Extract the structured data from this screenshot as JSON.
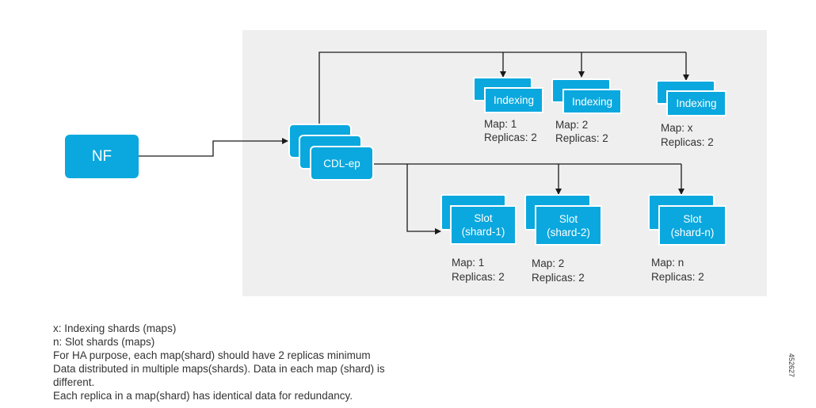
{
  "nf": {
    "label": "NF"
  },
  "endpoint": {
    "label": "CDL-ep"
  },
  "indexing": [
    {
      "label": "Indexing",
      "map": "Map: 1",
      "replicas": "Replicas: 2"
    },
    {
      "label": "Indexing",
      "map": "Map: 2",
      "replicas": "Replicas: 2"
    },
    {
      "label": "Indexing",
      "map": "Map: x",
      "replicas": "Replicas: 2"
    }
  ],
  "slots": [
    {
      "line1": "Slot",
      "line2": "(shard-1)",
      "map": "Map: 1",
      "replicas": "Replicas: 2"
    },
    {
      "line1": "Slot",
      "line2": "(shard-2)",
      "map": "Map: 2",
      "replicas": "Replicas: 2"
    },
    {
      "line1": "Slot",
      "line2": "(shard-n)",
      "map": "Map: n",
      "replicas": "Replicas: 2"
    }
  ],
  "notes": [
    "x: Indexing shards (maps)",
    "n: Slot shards (maps)",
    "For HA purpose, each map(shard) should have 2 replicas minimum",
    "Data distributed in multiple maps(shards). Data in each map (shard) is different.",
    "Each replica in a map(shard) has identical data for redundancy."
  ],
  "figure_id": "452627",
  "colors": {
    "box": "#0aa8de",
    "panel": "#efefef",
    "line": "#1a1a1a"
  }
}
